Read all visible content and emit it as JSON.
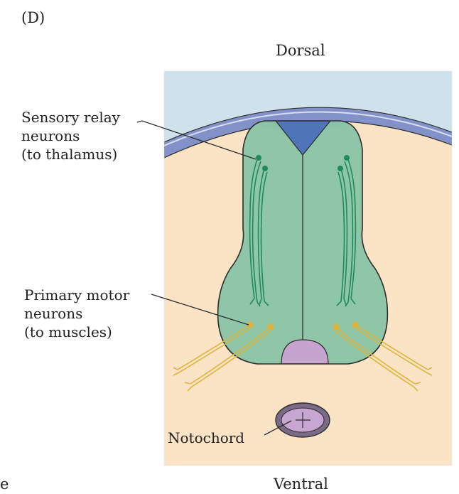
{
  "panel_label": "(D)",
  "orientation": {
    "top": "Dorsal",
    "bottom": "Ventral"
  },
  "labels": {
    "sensory": [
      "Sensory relay",
      "neurons",
      "(to thalamus)"
    ],
    "motor": [
      "Primary motor",
      "neurons",
      "(to muscles)"
    ],
    "notochord": "Notochord"
  },
  "edge_text": "e",
  "colors": {
    "background_top": "#cfe2eb",
    "background_tissue": "#fbe4c6",
    "ectoderm": "#8391c9",
    "neural_tube": "#8fc6a8",
    "roof_plate": "#4f74b8",
    "floor_plate": "#c7a3d0",
    "sensory_neuron": "#1f8a5c",
    "motor_neuron": "#e0b33a",
    "notochord_fill": "#c8a6d2",
    "outline": "#2c2c2c"
  }
}
